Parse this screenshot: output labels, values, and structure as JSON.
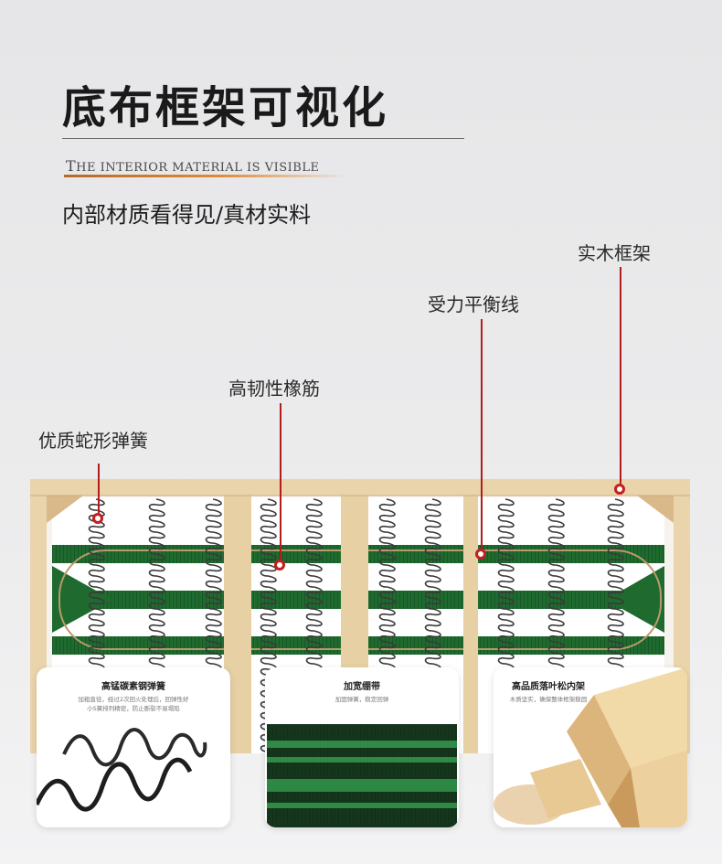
{
  "header": {
    "title": "底布框架可视化",
    "subtitle_en_parts": [
      "T",
      "HE INTERIOR MATERIAL IS VISIBLE"
    ],
    "subtitle_cn": "内部材质看得见/真材实料"
  },
  "callouts": {
    "spring": "优质蛇形弹簧",
    "elastic": "高韧性橡筋",
    "balance": "受力平衡线",
    "frame": "实木框架"
  },
  "cards": [
    {
      "title": "高锰碳素钢弹簧",
      "desc": [
        "加粗直径，经过2次回火处理后，回弹性好",
        "小S簧排列精密，防止断裂不易塌陷"
      ]
    },
    {
      "title": "加宽绷带",
      "desc": [
        "加固弹簧，稳定回弹"
      ]
    },
    {
      "title": "高品质落叶松内架",
      "desc": [
        "木质坚实，确保整体框架稳固"
      ]
    }
  ],
  "colors": {
    "accent_red": "#c21f1f",
    "band_green": "#1f6b2f",
    "wood": "#e8d2a8",
    "orange": "#e08a3a"
  }
}
